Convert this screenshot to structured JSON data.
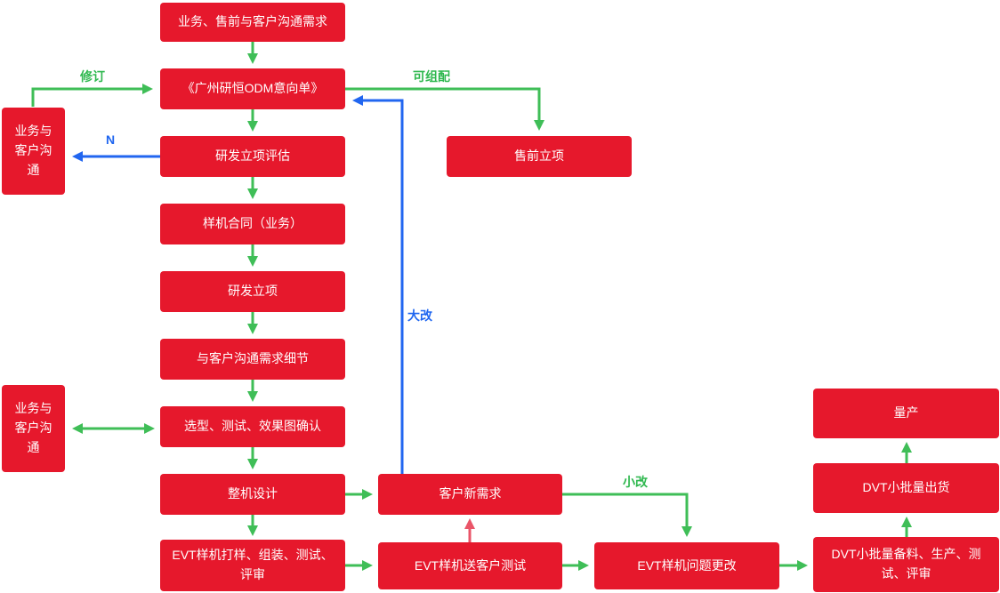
{
  "diagram_title": "ODM product development flowchart",
  "colors": {
    "node_bg": "#e6182c",
    "node_text": "#ffffff",
    "arrow_green": "#3fbe57",
    "arrow_blue": "#2166f0",
    "arrow_pink": "#ea5568"
  },
  "nodes": [
    {
      "id": "demand",
      "label": "业务、售前与客户沟通需求"
    },
    {
      "id": "odm-form",
      "label": "《广州研恒ODM意向单》"
    },
    {
      "id": "rd-eval",
      "label": "研发立项评估"
    },
    {
      "id": "sample-contract",
      "label": "样机合同（业务）"
    },
    {
      "id": "rd-approval",
      "label": "研发立项"
    },
    {
      "id": "detail-comm",
      "label": "与客户沟通需求细节"
    },
    {
      "id": "selection",
      "label": "选型、测试、效果图确认"
    },
    {
      "id": "machine-design",
      "label": "整机设计"
    },
    {
      "id": "evt-build",
      "label": "EVT样机打样、组装、测试、评审"
    },
    {
      "id": "presales",
      "label": "售前立项"
    },
    {
      "id": "comm-left-top",
      "label": "业务与客户沟通"
    },
    {
      "id": "comm-left-bottom",
      "label": "业务与客户沟通"
    },
    {
      "id": "new-demand",
      "label": "客户新需求"
    },
    {
      "id": "evt-send",
      "label": "EVT样机送客户测试"
    },
    {
      "id": "evt-fix",
      "label": "EVT样机问题更改"
    },
    {
      "id": "dvt-prep",
      "label": "DVT小批量备料、生产、测试、评审"
    },
    {
      "id": "dvt-ship",
      "label": "DVT小批量出货"
    },
    {
      "id": "mass-production",
      "label": "量产"
    }
  ],
  "edge_labels": [
    {
      "id": "revise",
      "text": "修订",
      "color": "green"
    },
    {
      "id": "reject-n",
      "text": "N",
      "color": "blue"
    },
    {
      "id": "configurable",
      "text": "可组配",
      "color": "green"
    },
    {
      "id": "major-change",
      "text": "大改",
      "color": "blue"
    },
    {
      "id": "minor-change",
      "text": "小改",
      "color": "green"
    }
  ]
}
